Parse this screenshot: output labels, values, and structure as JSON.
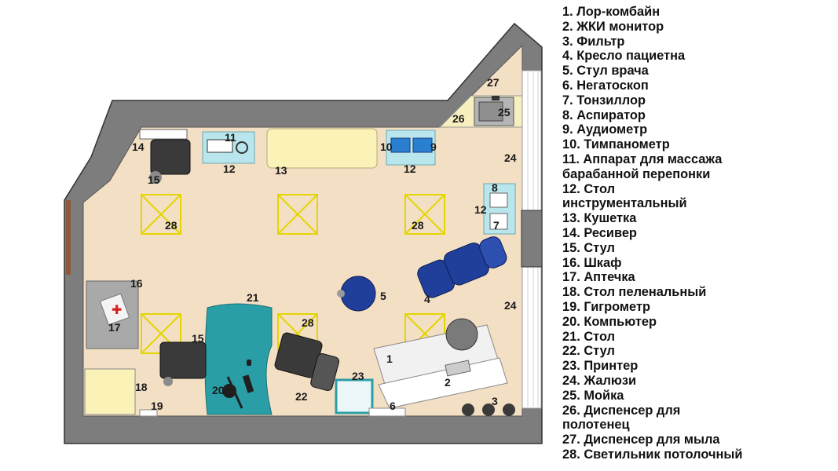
{
  "colors": {
    "wall": "#7d7d7d",
    "wall_edge": "#333333",
    "floor": "#f3dfc4",
    "ceiling_light": "#f2e600",
    "chair_blue": "#1f3f9a",
    "desk_teal": "#2a9ea6",
    "instrument_table": "#b8e6ec",
    "couch": "#fbf2b8",
    "cabinet_grey": "#a9a9a9",
    "black_chair": "#333333"
  },
  "plan_labels": {
    "n1": "1",
    "n2": "2",
    "n3": "3",
    "n4": "4",
    "n5": "5",
    "n7": "7",
    "n8": "8",
    "n9": "9",
    "n10": "10",
    "n11": "11",
    "n12a": "12",
    "n12b": "12",
    "n12c": "12",
    "n13": "13",
    "n14": "14",
    "n15a": "15",
    "n15b": "15",
    "n16": "16",
    "n17": "17",
    "n18": "18",
    "n19": "19",
    "n20": "20",
    "n21": "21",
    "n22": "22",
    "n23": "23",
    "n24a": "24",
    "n24b": "24",
    "n25": "25",
    "n26": "26",
    "n27": "27",
    "n28a": "28",
    "n28b": "28",
    "n28c": "28",
    "n6": "6"
  },
  "legend": [
    "1.  Лор-комбайн",
    "2.  ЖКИ монитор",
    "3.  Фильтр",
    "4.  Кресло пациетна",
    "5.  Стул врача",
    "6.  Негатоскоп",
    "7.  Тонзиллор",
    "8.  Аспиратор",
    "9.  Аудиометр",
    "10. Тимпанометр",
    "11. Аппарат для массажа\n барабанной перепонки",
    "12. Стол\nинструментальный",
    "13. Кушетка",
    "14. Ресивер",
    "15. Стул",
    "16. Шкаф",
    "17. Аптечка",
    "18. Стол пеленальный",
    "19. Гигрометр",
    "20. Компьютер",
    "21. Стол",
    "22. Стул",
    "23. Принтер",
    "24. Жалюзи",
    "25. Мойка",
    "26. Диспенсер для\nполотенец",
    "27. Диспенсер для мыла",
    "28. Светильник потолочный"
  ]
}
